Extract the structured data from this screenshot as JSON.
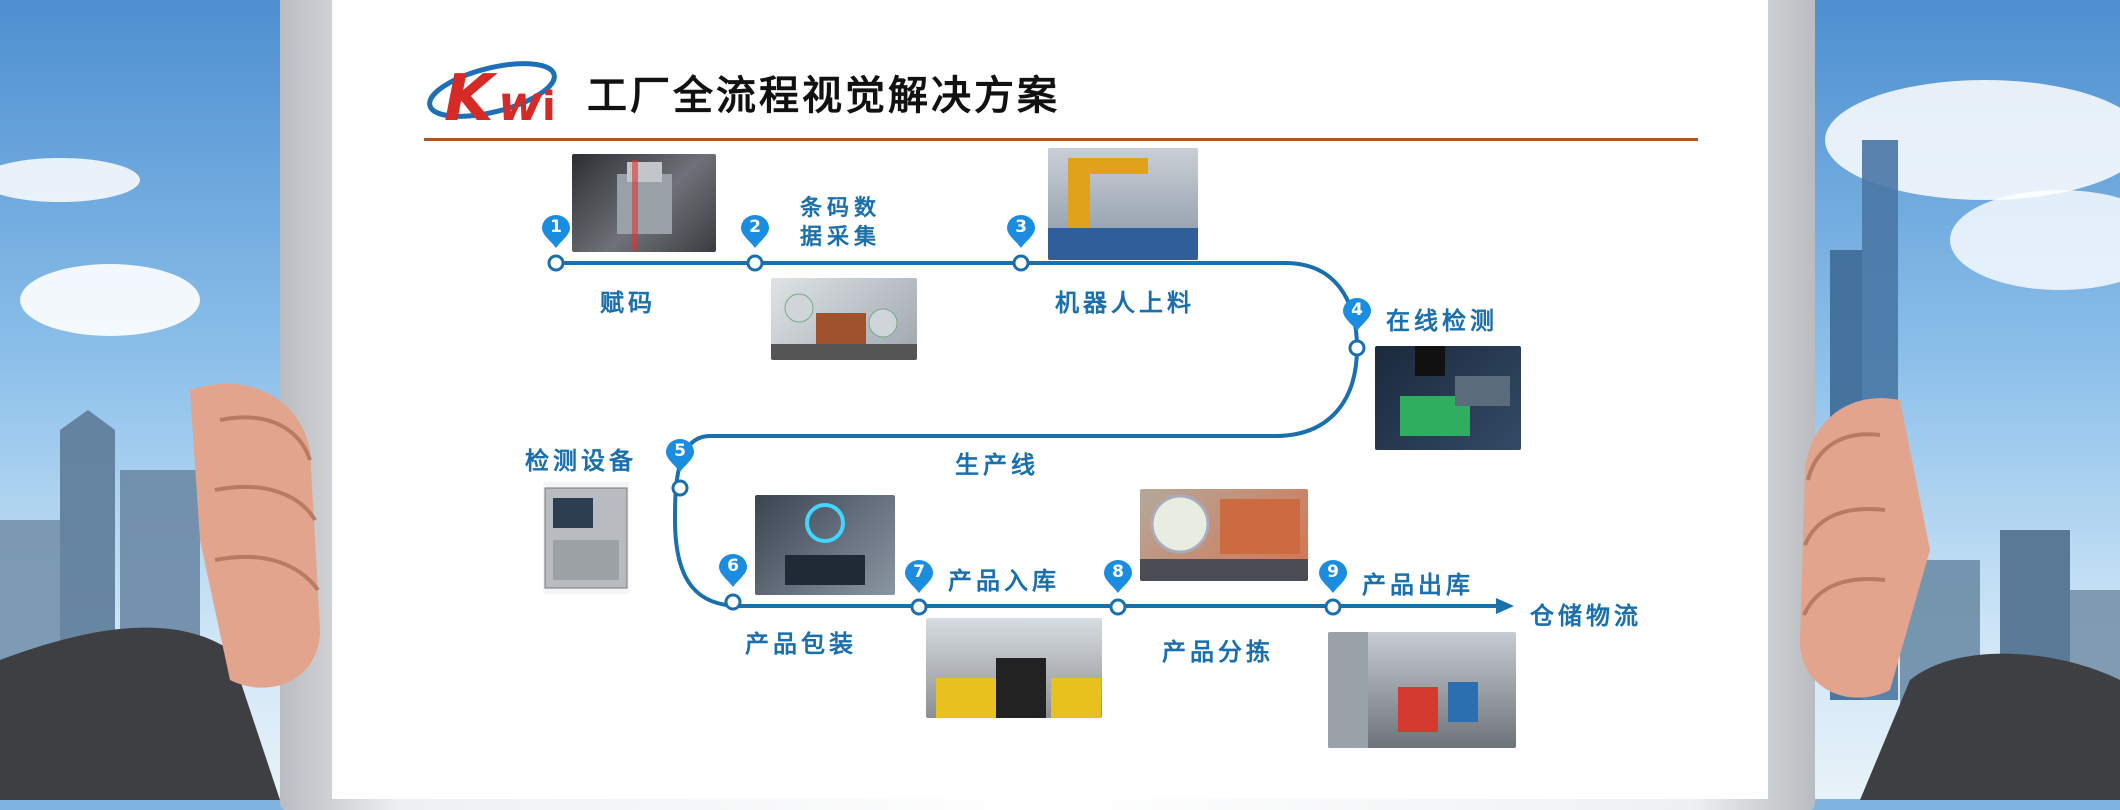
{
  "title": "工厂全流程视觉解决方案",
  "logo": {
    "text": "KWi",
    "color_red": "#d62a27",
    "color_blue": "#1d6fb8"
  },
  "colors": {
    "line": "#1a6fad",
    "pin": "#1b8de0",
    "rule": "#b0522b",
    "label": "#1a6fad"
  },
  "steps": [
    {
      "num": "1",
      "label": "赋码"
    },
    {
      "num": "2",
      "label_line1": "条码数",
      "label_line2": "据采集"
    },
    {
      "num": "3",
      "label": "机器人上料"
    },
    {
      "num": "4",
      "label": "在线检测"
    },
    {
      "num": "5",
      "label": "检测设备"
    },
    {
      "num": "6",
      "label": "产品包装"
    },
    {
      "num": "7",
      "label": "产品入库"
    },
    {
      "num": "8",
      "label": "产品分拣"
    },
    {
      "num": "9",
      "label": "产品出库"
    }
  ],
  "line_label": "生产线",
  "end_label": "仓储物流"
}
